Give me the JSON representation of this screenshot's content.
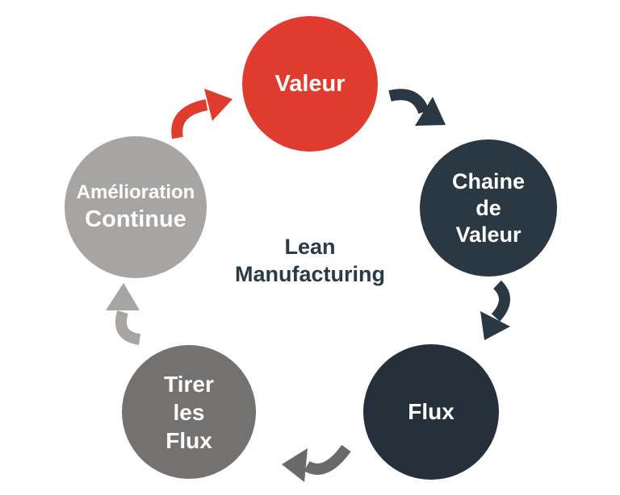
{
  "diagram": {
    "center_label": {
      "line1": "Lean",
      "line2": "Manufacturing"
    },
    "nodes": [
      {
        "id": "valeur",
        "lines": [
          "Valeur"
        ],
        "color": "#e03b2f"
      },
      {
        "id": "chaine-de-valeur",
        "lines": [
          "Chaine",
          "de",
          "Valeur"
        ],
        "color": "#2a3844"
      },
      {
        "id": "flux",
        "lines": [
          "Flux"
        ],
        "color": "#25303b"
      },
      {
        "id": "tirer-les-flux",
        "lines": [
          "Tirer",
          "les",
          "Flux"
        ],
        "color": "#747271"
      },
      {
        "id": "amelioration-continue",
        "lines": [
          "Amélioration",
          "Continue"
        ],
        "color": "#a7a5a3"
      }
    ],
    "colors": {
      "arrow_red": "#e03b2f",
      "arrow_dark": "#2a3844",
      "arrow_gray": "#6b6a68",
      "arrow_light_gray": "#a7a5a3",
      "center_text": "#2b3a47",
      "node_text": "#ffffff",
      "background": "#ffffff"
    }
  }
}
